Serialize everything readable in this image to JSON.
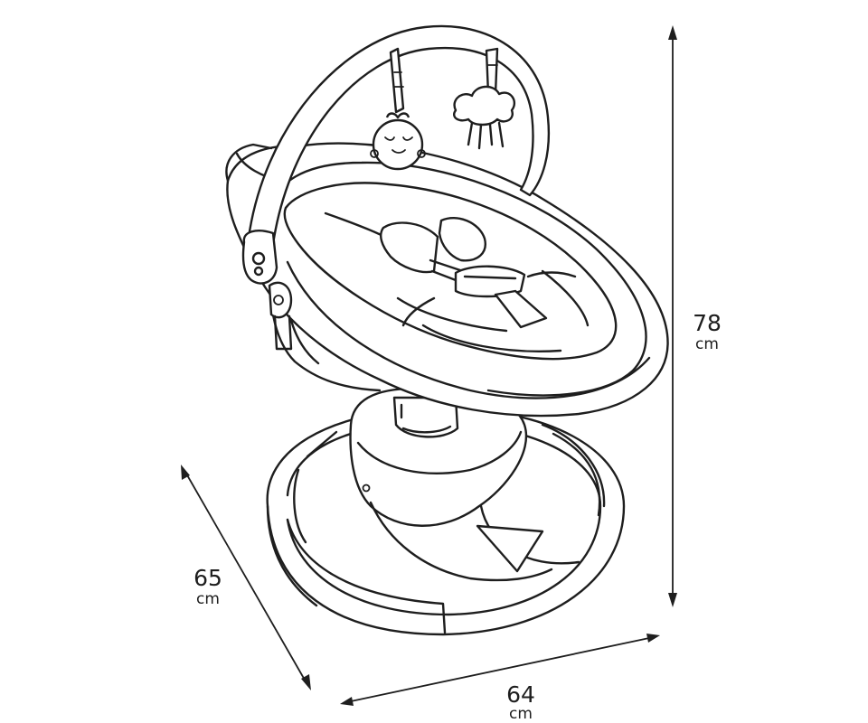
{
  "dimensions": {
    "height": {
      "value": "78",
      "unit": "cm"
    },
    "depth": {
      "value": "65",
      "unit": "cm"
    },
    "width": {
      "value": "64",
      "unit": "cm"
    }
  },
  "colors": {
    "line": "#1e1e1e",
    "background": "#ffffff"
  }
}
